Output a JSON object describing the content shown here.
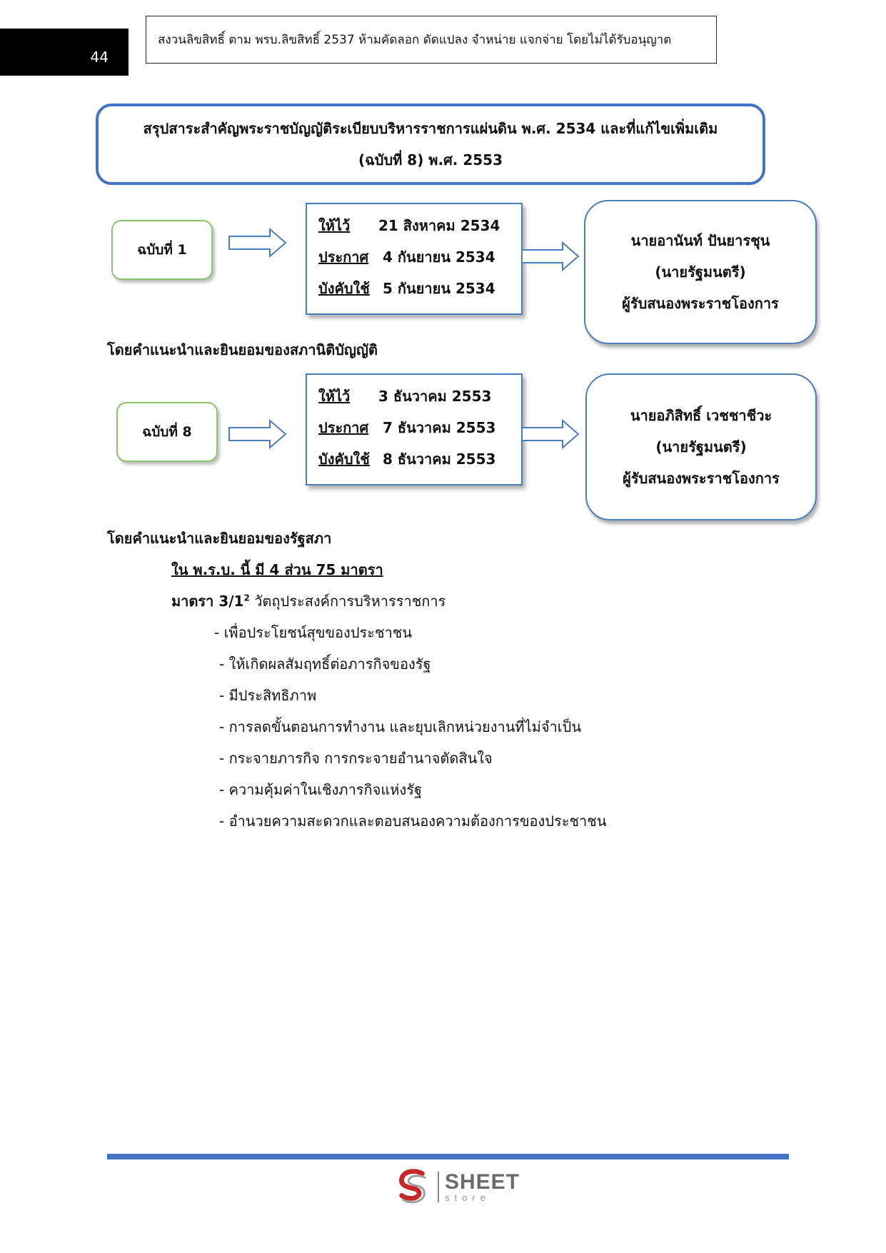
{
  "header": {
    "page_number": "44",
    "copyright": "สงวนลิขสิทธิ์ ตาม พรบ.ลิขสิทธิ์ 2537 ห้ามคัดลอก ดัดแปลง จำหน่าย แจกจ่าย โดยไม่ได้รับอนุญาต"
  },
  "title": {
    "line1": "สรุปสาระสำคัญพระราชบัญญัติระเบียบบริหารราชการแผ่นดิน พ.ศ. 2534 และที่แก้ไขเพิ่มเติม",
    "line2": "(ฉบับที่ 8) พ.ศ. 2553"
  },
  "editions": [
    {
      "label": "ฉบับที่ 1",
      "dates": [
        {
          "label": "ให้ไว้",
          "value": "21 สิงหาคม 2534"
        },
        {
          "label": "ประกาศ",
          "value": "4 กันยายน 2534"
        },
        {
          "label": "บังคับใช้",
          "value": "5 กันยายน 2534"
        }
      ],
      "person": {
        "name": "นายอานันท์ ปันยารชุน",
        "role": "(นายรัฐมนตรี)",
        "note": "ผู้รับสนองพระราชโองการ"
      },
      "advice": "โดยคำแนะนำและยินยอมของสภานิติบัญญัติ"
    },
    {
      "label": "ฉบับที่ 8",
      "dates": [
        {
          "label": "ให้ไว้",
          "value": "3 ธันวาคม 2553"
        },
        {
          "label": "ประกาศ",
          "value": "7 ธันวาคม 2553"
        },
        {
          "label": "บังคับใช้",
          "value": "8 ธันวาคม 2553"
        }
      ],
      "person": {
        "name": "นายอภิสิทธิ์  เวชชาชีวะ",
        "role": "(นายรัฐมนตรี)",
        "note": "ผู้รับสนองพระราชโองการ"
      },
      "advice": "โดยคำแนะนำและยินยอมของรัฐสภา"
    }
  ],
  "body": {
    "structure": "ใน พ.ร.บ. นี้ มี 4 ส่วน 75 มาตรา",
    "section_label": "มาตรา 3/1",
    "section_sup": "2",
    "section_text": " วัตถุประสงค์การบริหารราชการ",
    "bullets": [
      "- เพื่อประโยชน์สุขของประชาชน",
      "- ให้เกิดผลสัมฤทธิ์ต่อภารกิจของรัฐ",
      "- มีประสิทธิภาพ",
      "- การลดขั้นตอนการทำงาน และยุบเลิกหน่วยงานที่ไม่จำเป็น",
      "- กระจายภารกิจ การกระจายอำนาจตัดสินใจ",
      "- ความคุ้มค่าในเชิงภารกิจแห่งรัฐ",
      "- อำนวยความสะดวกและตอบสนองความต้องการของประชาชน"
    ]
  },
  "footer": {
    "logo_main": "SHEET",
    "logo_sub": "store",
    "logo_icon": "sheet-store-s-logo",
    "line_color": "#4472c4"
  }
}
